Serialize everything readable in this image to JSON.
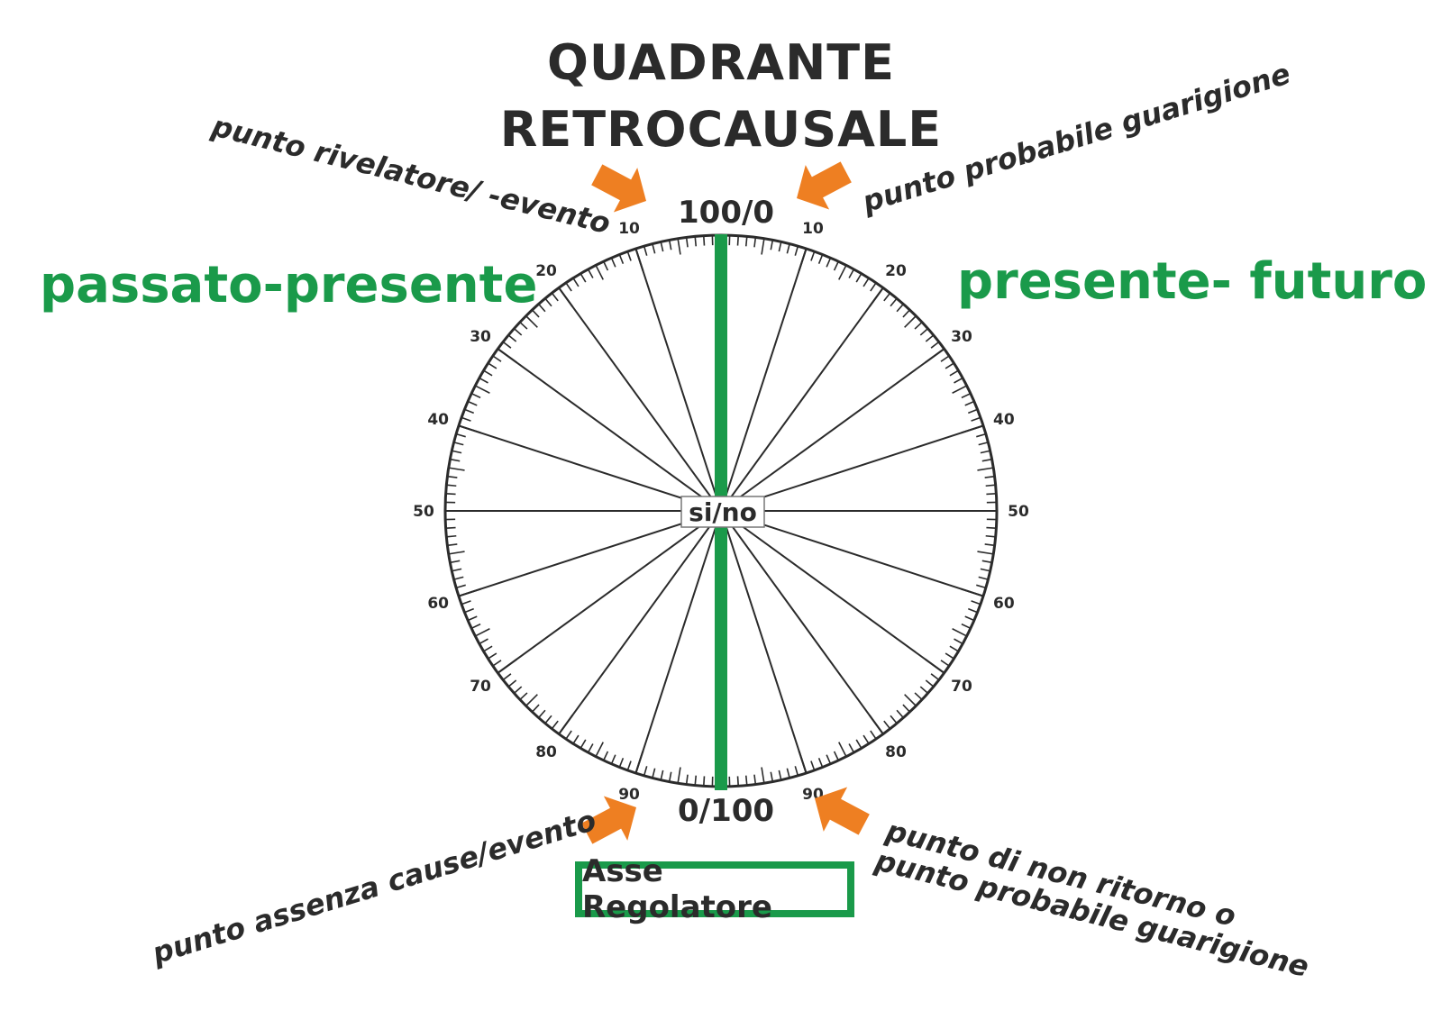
{
  "title": {
    "line1": "QUADRANTE",
    "line2": "RETROCAUSALE"
  },
  "sides": {
    "left": "passato-presente",
    "right": "presente- futuro"
  },
  "annotations": {
    "top_left": "punto rivelatore/ -evento",
    "top_right": "punto probabile guarigione",
    "bottom_left": "punto assenza cause/evento",
    "bottom_right_line1": "punto di non ritorno o",
    "bottom_right_line2": "punto probabile guarigione"
  },
  "scale": {
    "top": "100/0",
    "bottom": "0/100",
    "center": "si/no"
  },
  "axis_label": "Asse Regolatore",
  "dial": {
    "right_labels": [
      "10",
      "20",
      "30",
      "40",
      "50",
      "60",
      "70",
      "80",
      "90"
    ],
    "left_labels": [
      "90",
      "80",
      "70",
      "60",
      "50",
      "40",
      "30",
      "20",
      "10"
    ]
  },
  "colors": {
    "green": "#1a9a4a",
    "orange": "#ee7f22",
    "ink": "#2b2b2b"
  }
}
